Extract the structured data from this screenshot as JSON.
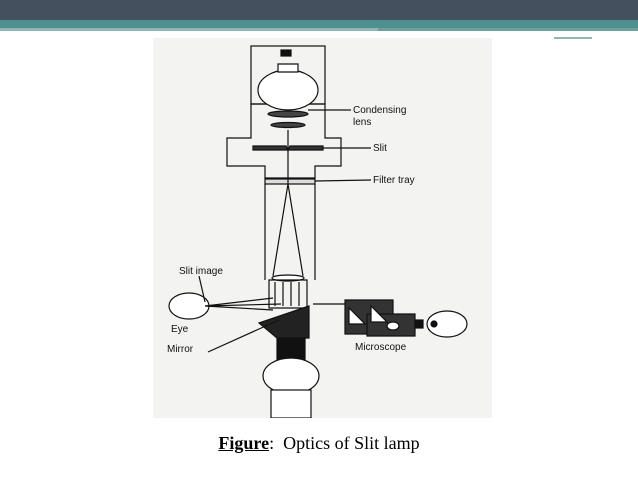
{
  "diagram": {
    "labels": {
      "condensing": "Condensing",
      "lens": "lens",
      "slit": "Slit",
      "filter_tray": "Filter tray",
      "slit_image": "Slit image",
      "eye": "Eye",
      "mirror": "Mirror",
      "microscope": "Microscope"
    }
  },
  "caption": {
    "prefix": "Figure",
    "separator": ":",
    "text": "Optics of Slit lamp"
  }
}
